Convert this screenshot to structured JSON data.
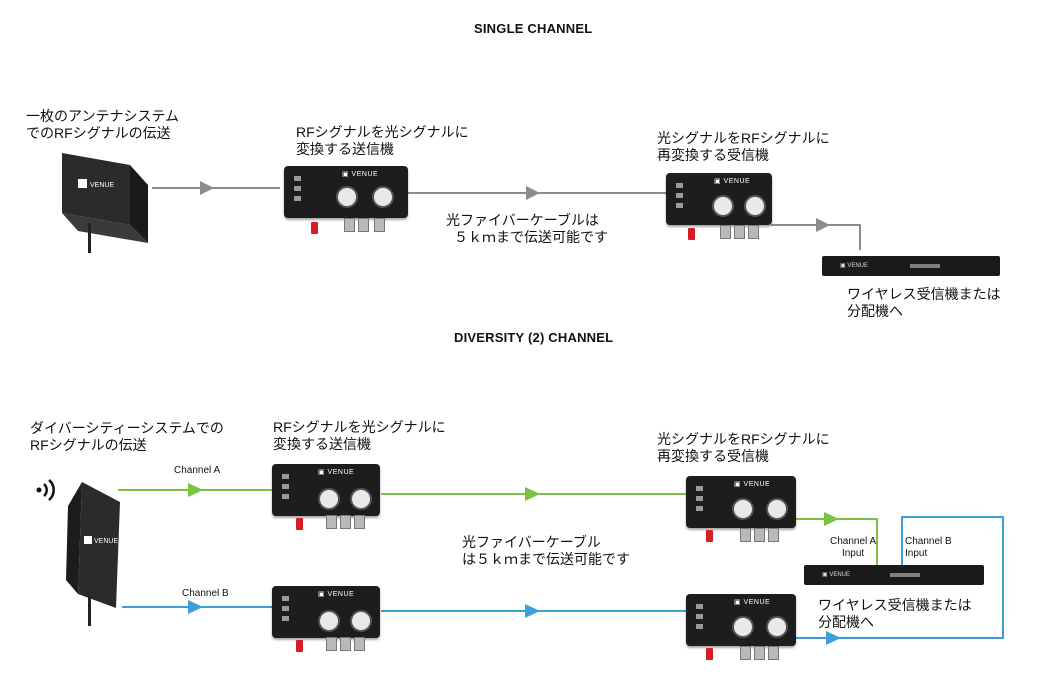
{
  "single": {
    "heading": "SINGLE CHANNEL",
    "antenna_label": [
      "一枚のアンテナシステム",
      "でのRFシグナルの伝送"
    ],
    "tx_label": [
      "RFシグナルを光シグナルに",
      "変換する送信機"
    ],
    "fiber_label": [
      "光ファイバーケーブルは",
      "５ｋｍまで伝送可能です"
    ],
    "rx_label": [
      "光シグナルをRFシグナルに",
      "再変換する受信機"
    ],
    "receiver_label": [
      "ワイヤレス受信機または",
      "分配機へ"
    ]
  },
  "diversity": {
    "heading": "DIVERSITY (2) CHANNEL",
    "antenna_label": [
      "ダイバーシティーシステムでの",
      "RFシグナルの伝送"
    ],
    "tx_label": [
      "RFシグナルを光シグナルに",
      "変換する送信機"
    ],
    "fiber_label": [
      "光ファイバーケーブル",
      "は５ｋｍまで伝送可能です"
    ],
    "rx_label": [
      "光シグナルをRFシグナルに",
      "再変換する受信機"
    ],
    "channel_a": "Channel A",
    "channel_b": "Channel B",
    "channel_a_input": [
      "Channel A",
      "Input"
    ],
    "channel_b_input": [
      "Channel B",
      "Input"
    ],
    "receiver_label": [
      "ワイヤレス受信機または",
      "分配機へ"
    ]
  },
  "colors": {
    "single_line": "#8c8c8c",
    "channel_a": "#7cc242",
    "channel_b": "#3d9fd9"
  },
  "icons": {
    "antenna": "paddle-antenna-icon",
    "transmitter": "optical-transmitter-icon",
    "receiver": "optical-receiver-icon",
    "rack": "rack-receiver-icon",
    "signal": "wireless-signal-icon"
  }
}
